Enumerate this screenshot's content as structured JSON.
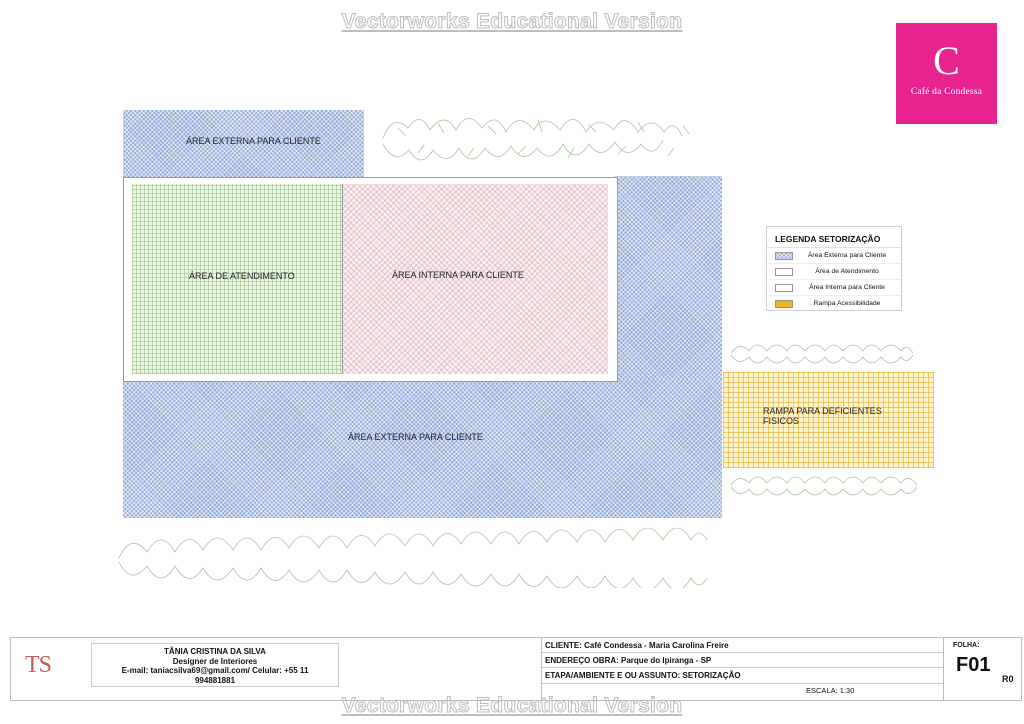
{
  "watermark": "Vectorworks Educational Version",
  "logo": {
    "letter": "C",
    "name": "Café da Condessa",
    "color": "#e6238f"
  },
  "zones": {
    "externa_top": "ÁREA EXTERNA PARA CLIENTE",
    "atendimento": "ÁREA DE ATENDIMENTO",
    "interna": "ÁREA INTERNA PARA CLIENTE",
    "externa_bottom": "ÁREA EXTERNA PARA CLIENTE",
    "rampa_line1": "RAMPA PARA DEFICIENTES",
    "rampa_line2": "FISICOS"
  },
  "legend": {
    "title": "LEGENDA SETORIZAÇÃO",
    "items": [
      {
        "label": "Área Externa para Cliente",
        "color": "#8aa4d6"
      },
      {
        "label": "Área de Atendimento",
        "color": "#ffffff"
      },
      {
        "label": "Área Interna para Cliente",
        "color": "#ffffff"
      },
      {
        "label": "Rampa Acessibilidade",
        "color": "#f2b91c"
      }
    ]
  },
  "titleblock": {
    "designer_name": "TÂNIA CRISTINA DA SILVA",
    "designer_role": "Designer de Interiores",
    "designer_contact": "E-mail: taniacsilva69@gmail.com/ Celular: +55 11",
    "designer_phone": "994881881",
    "ts_initials": "TS",
    "client_label": "CLIENTE:",
    "client_value": "Café Condessa - Maria Carolina Freire",
    "address_label": "ENDEREÇO OBRA:",
    "address_value": "Parque do Ipiranga - SP",
    "stage_label": "ETAPA/AMBIENTE E OU ASSUNTO:",
    "stage_value": "SETORIZAÇÃO",
    "scale": "ESCALA: 1:30",
    "sheet_label": "FOLHA:",
    "sheet_value": "F01",
    "revision": "R0"
  }
}
